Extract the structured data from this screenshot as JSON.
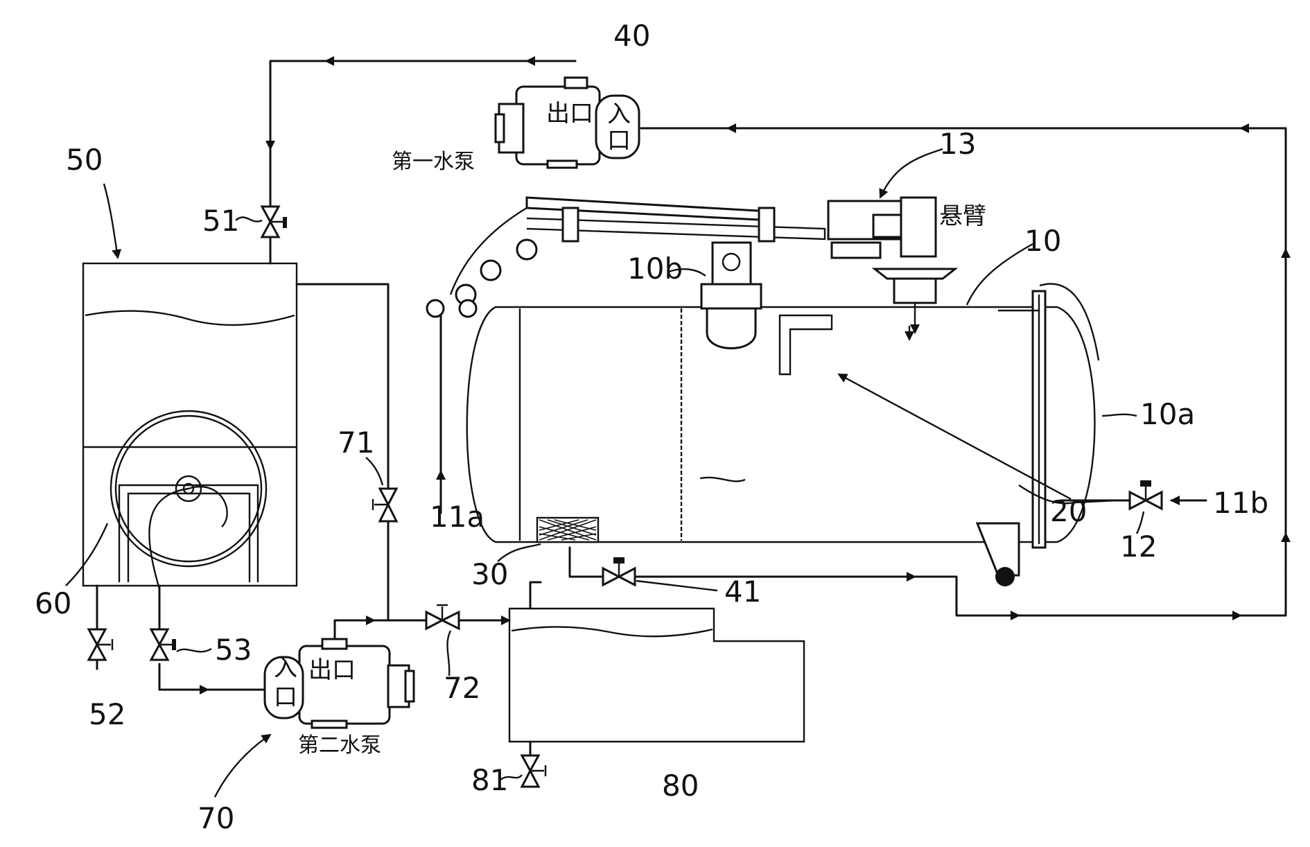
{
  "labels": {
    "tank_main": "10",
    "tank_end": "10a",
    "tank_top": "10b",
    "inlet_a": "11a",
    "inlet_b": "11b",
    "valve_12": "12",
    "boom": "13",
    "baffle": "20",
    "filter": "30",
    "pump1": "40",
    "valve_41": "41",
    "tank_50": "50",
    "valve_51": "51",
    "valve_52": "52",
    "valve_53": "53",
    "reel": "60",
    "pump2": "70",
    "valve_71": "71",
    "valve_72": "72",
    "tank_80": "80",
    "valve_81": "81"
  },
  "text": {
    "pump1_name": "第一水泵",
    "pump2_name": "第二水泵",
    "boom_name": "悬臂",
    "outlet": "出口",
    "inlet_char1": "入",
    "inlet_char2": "口"
  },
  "colors": {
    "line": "#111111",
    "background": "#ffffff"
  }
}
